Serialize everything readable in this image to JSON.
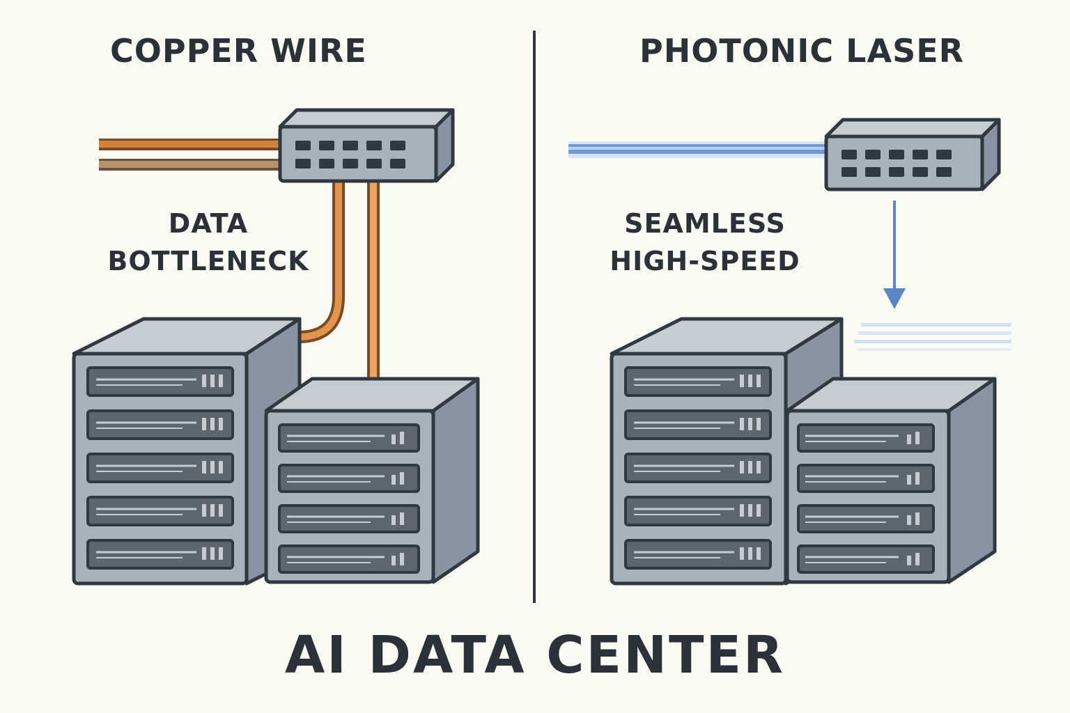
{
  "panels": {
    "left": {
      "title": "COPPER WIRE",
      "callout_line1": "DATA",
      "callout_line2": "BOTTLENECK"
    },
    "right": {
      "title": "PHOTONIC LASER",
      "callout_line1": "SEAMLESS",
      "callout_line2": "HIGH-SPEED"
    }
  },
  "footer": {
    "title": "AI DATA CENTER"
  },
  "colors": {
    "background": "#fbfaf3",
    "text": "#2a3139",
    "copper": "#c9793a",
    "copper_light": "#e6a464",
    "laser": "#6f9ad8",
    "laser_light": "#b8d0f2",
    "server_front": "#a8b2bb",
    "server_top": "#c6cdd2",
    "server_side": "#8894a0",
    "outline": "#2f3942"
  }
}
